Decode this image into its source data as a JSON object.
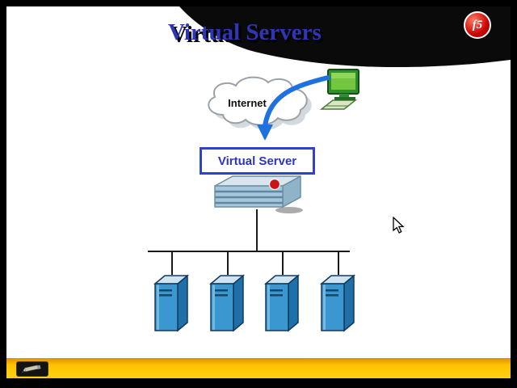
{
  "slide": {
    "title": "Virtual Servers",
    "logo_text": "f5",
    "cloud_label": "Internet",
    "virtual_server_label": "Virtual Server",
    "servers": [
      "server-1",
      "server-2",
      "server-3",
      "server-4"
    ],
    "colors": {
      "title_blue": "#2f35b5",
      "arrow_blue": "#1e72e0",
      "virtual_server_border": "#2d44c4",
      "server_tower_blue": "#3b97cf",
      "footer_yellow": "#ffc400",
      "logo_red": "#c80000"
    },
    "icons": {
      "pen_tool": "pencil-icon",
      "client": "computer-icon",
      "pointer": "mouse-cursor-icon"
    }
  }
}
